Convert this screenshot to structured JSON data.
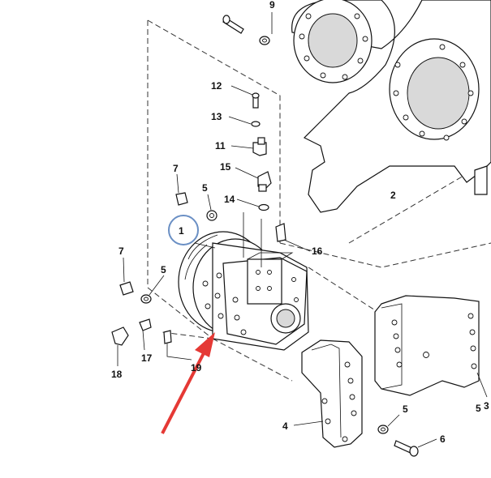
{
  "labels": {
    "l9": "9",
    "l12": "12",
    "l13": "13",
    "l11": "11",
    "l7a": "7",
    "l15": "15",
    "l5a": "5",
    "l14": "14",
    "l2": "2",
    "l1": "1",
    "l16": "16",
    "l7b": "7",
    "l5b": "5",
    "l17": "17",
    "l18": "18",
    "l19": "19",
    "l3": "3",
    "l4": "4",
    "l5c": "5",
    "l5d": "5",
    "l6": "6"
  },
  "colors": {
    "highlight_circle": "#6a8fc4",
    "arrow": "#e53935",
    "line": "#111111"
  }
}
